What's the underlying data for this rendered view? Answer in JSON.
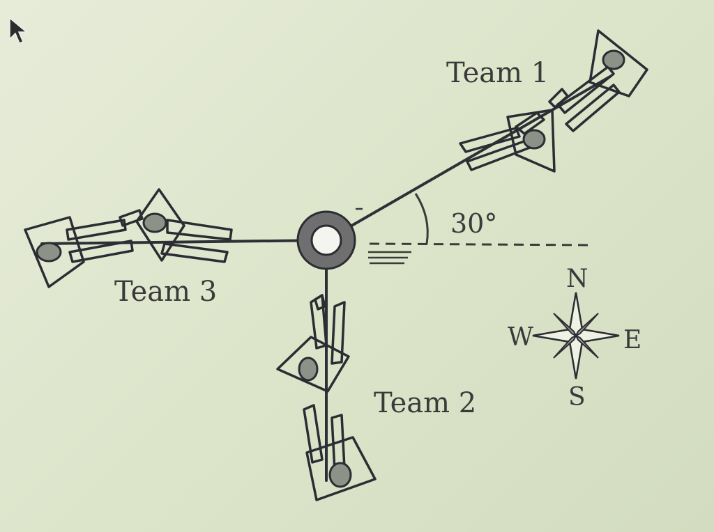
{
  "labels": {
    "team1": "Team 1",
    "team2": "Team 2",
    "team3": "Team 3",
    "angle": "30°"
  },
  "compass": {
    "north": "N",
    "south": "S",
    "east": "E",
    "west": "W"
  },
  "colors": {
    "ink": "#2e3035",
    "ring": "#6f6f6f",
    "background": "#dfe6cf"
  }
}
